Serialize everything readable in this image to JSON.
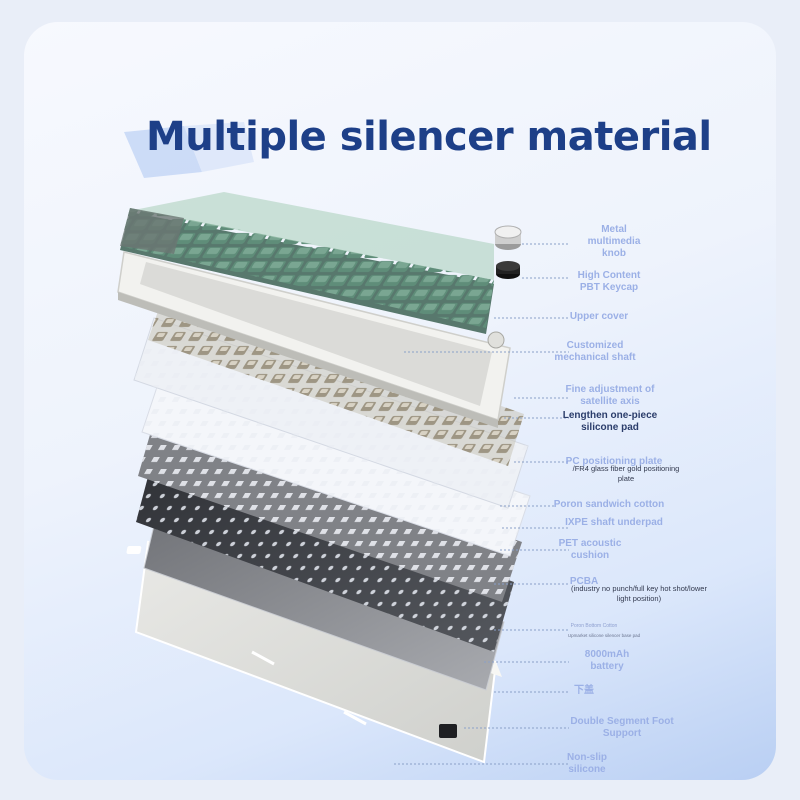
{
  "title": "Multiple silencer material",
  "colors": {
    "title": "#1d3f88",
    "label": "#9bb0e6",
    "label_dark": "#2b3d6b",
    "keycap_green": "#5e8c79",
    "keycap_mint": "#9ec8b2",
    "keycap_grey": "#6b7774",
    "case_white": "#f2f2ef",
    "plate_dark": "#3b3d42"
  },
  "labels": {
    "metal_knob": "Metal\nmultimedia\nknob",
    "pbt_keycap": "High Content\nPBT Keycap",
    "upper_cover": "Upper cover",
    "mech_shaft": "Customized\nmechanical shaft",
    "satellite_axis": "Fine adjustment of\nsatellite axis",
    "silicone_pad": "Lengthen one-piece\nsilicone pad",
    "pc_plate": "PC positioning plate",
    "fr4_plate": "/FR4 glass fiber gold positioning\nplate",
    "poron_sandwich": "Poron sandwich cotton",
    "ixpe": "IXPE shaft underpad",
    "pet_cushion": "PET acoustic\ncushion",
    "pcba": "PCBA",
    "pcba_note": "(industry no punch/full key hot shot/lower\nlight position)",
    "poron_bottom": "Poron Bottom Cotton",
    "bottom_note": "Upmarket silicone silencer base pad",
    "battery": "8000mAh\nbattery",
    "lower_cover": "下盖",
    "foot_support": "Double Segment Foot\nSupport",
    "non_slip": "Non-slip\nsilicone"
  }
}
